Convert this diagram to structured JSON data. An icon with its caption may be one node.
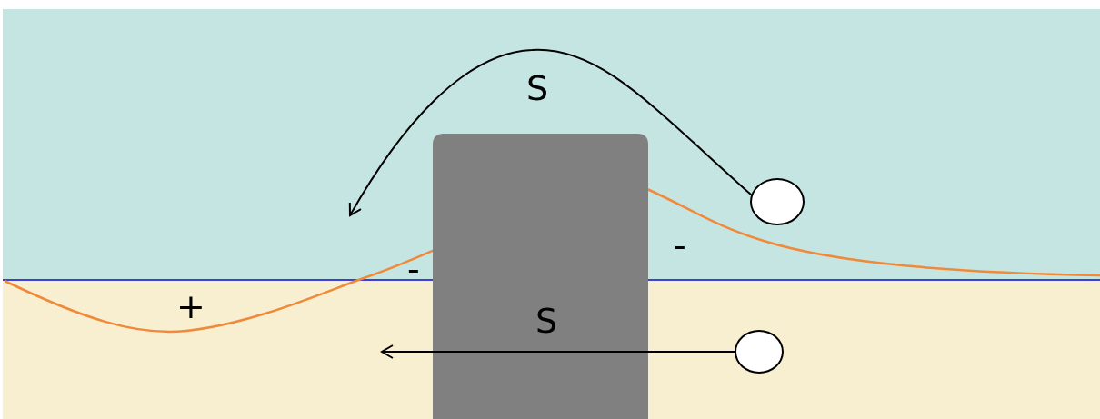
{
  "diagram": {
    "nodes": [
      {
        "text": [],
        "shape": "circle"
      },
      {
        "text": [],
        "shape": "circle"
      }
    ],
    "edges": [
      {
        "from": 0,
        "to": null,
        "arrow": "to",
        "label": "S"
      },
      {
        "from": 1,
        "to": null,
        "arrow": "to",
        "label": "S"
      }
    ],
    "labels": [
      "-",
      "-",
      "+"
    ]
  }
}
